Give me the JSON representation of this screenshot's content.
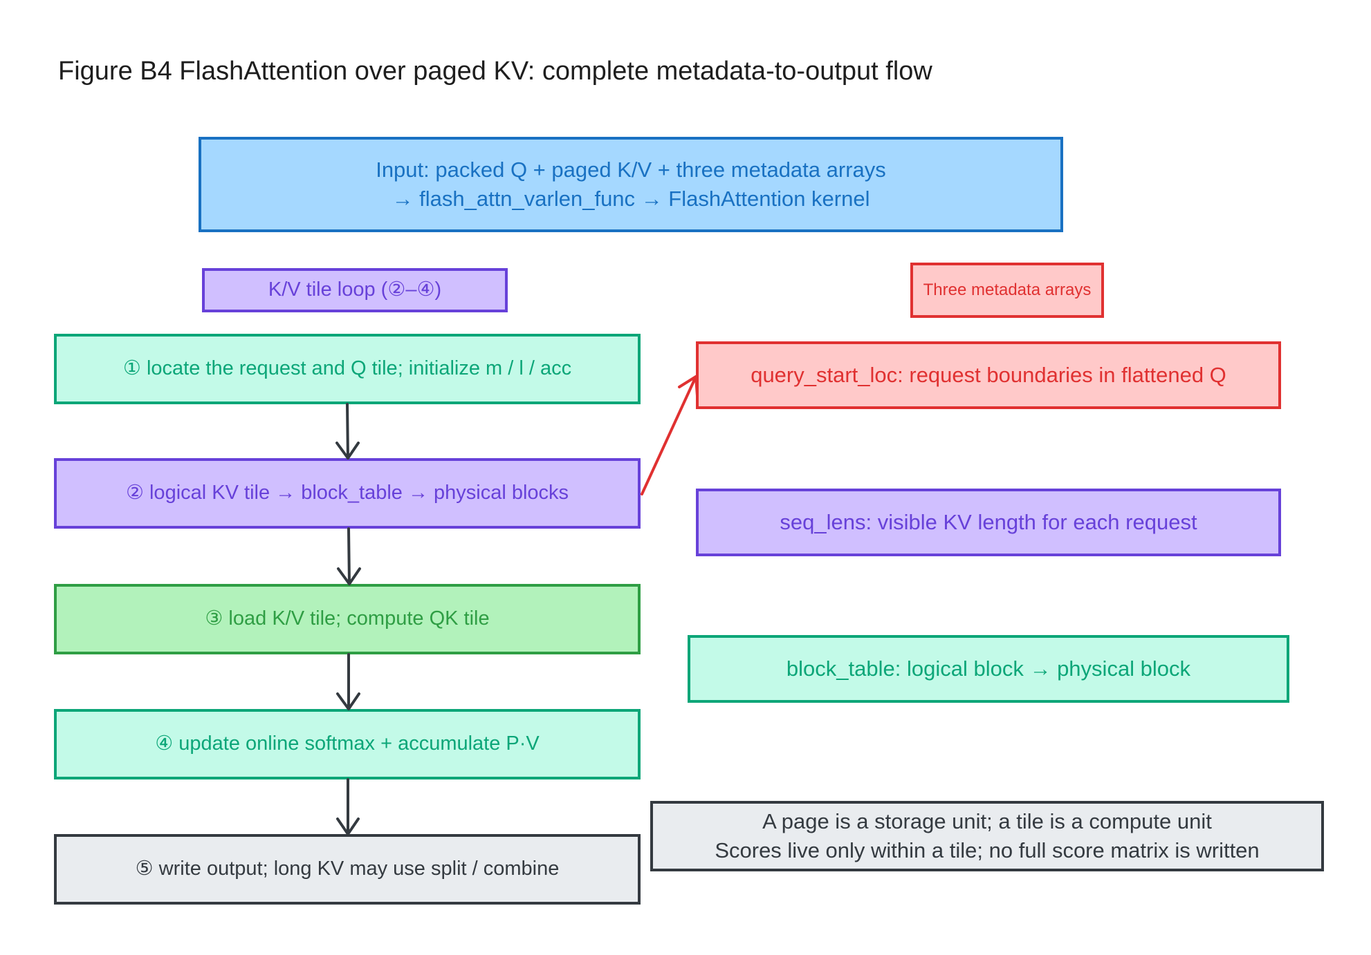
{
  "title": "Figure B4 FlashAttention over paged KV: complete metadata-to-output flow",
  "input_box": {
    "line1": "Input: packed Q + paged K/V + three metadata arrays",
    "line2": "→ flash_attn_varlen_func → FlashAttention kernel"
  },
  "loop_label": "K/V tile loop (②–④)",
  "metadata_label": "Three metadata arrays",
  "steps": [
    "① locate the request and Q tile; initialize m / l / acc",
    "② logical KV tile → block_table → physical blocks",
    "③ load K/V tile; compute QK tile",
    "④ update online softmax + accumulate P·V",
    "⑤ write output; long KV may use split / combine"
  ],
  "metadata": [
    "query_start_loc: request boundaries in flattened Q",
    "seq_lens: visible KV length for each request",
    "block_table: logical block → physical block"
  ],
  "note": {
    "line1": "A page is a storage unit; a tile is a compute unit",
    "line2": "Scores live only within a tile; no full score matrix is written"
  },
  "colors": {
    "blue": "#1971c2",
    "purple": "#6741d9",
    "red": "#e03131",
    "teal": "#0ca678",
    "green": "#2f9e44",
    "gray": "#343a40"
  }
}
